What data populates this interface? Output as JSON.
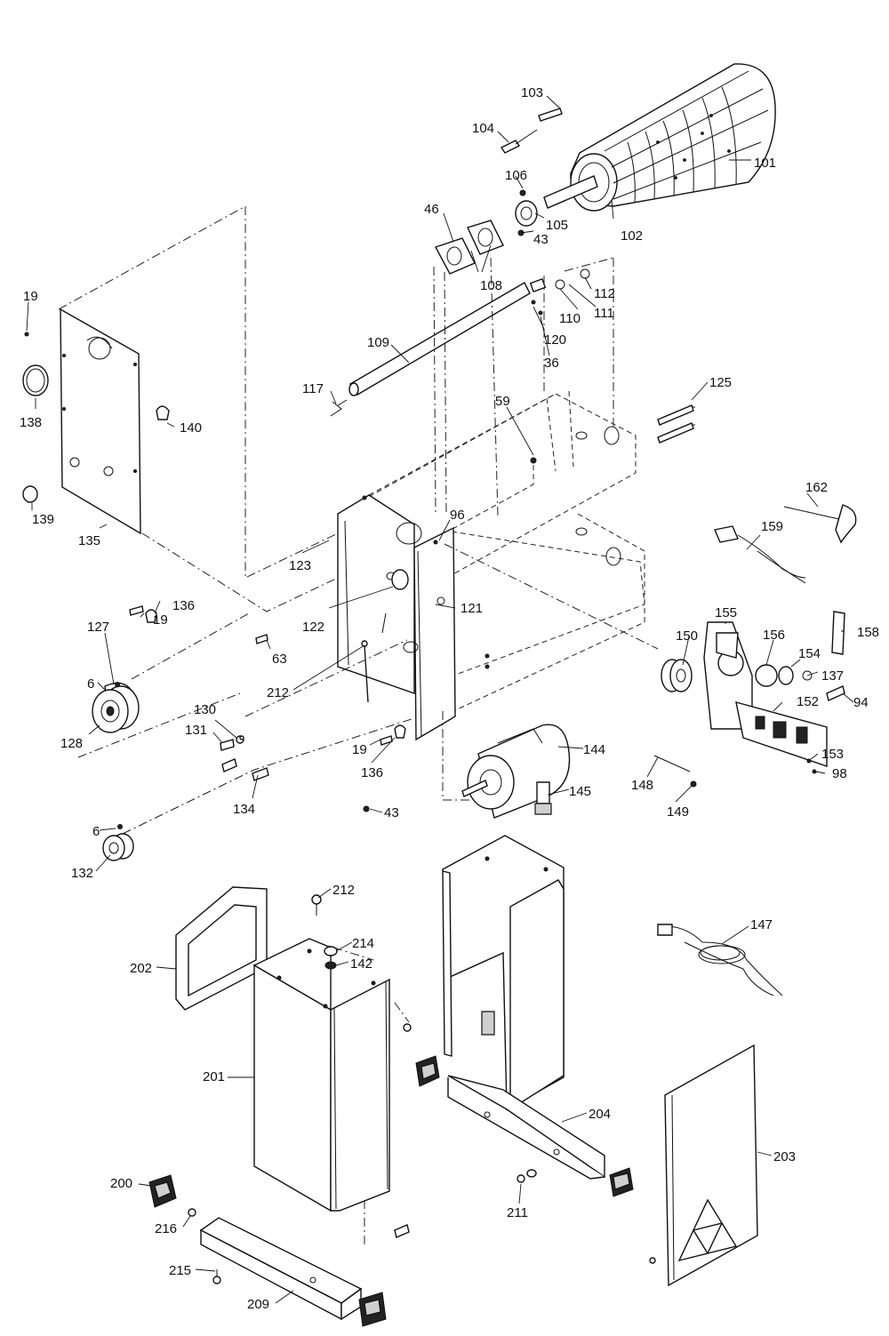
{
  "diagram": {
    "labels": {
      "p101": "101",
      "p102": "102",
      "p103": "103",
      "p104": "104",
      "p105": "105",
      "p106": "106",
      "p43a": "43",
      "p46": "46",
      "p108": "108",
      "p112": "112",
      "p110": "110",
      "p111": "111",
      "p120": "120",
      "p36": "36",
      "p109": "109",
      "p117": "117",
      "p19a": "19",
      "p138": "138",
      "p140": "140",
      "p139": "139",
      "p135": "135",
      "p59": "59",
      "p125": "125",
      "p162": "162",
      "p159": "159",
      "p96": "96",
      "p123": "123",
      "p122": "122",
      "p121": "121",
      "p136a": "136",
      "p19b": "19",
      "p127": "127",
      "p63": "63",
      "p6a": "6",
      "p128": "128",
      "p212a": "212",
      "p155": "155",
      "p150": "150",
      "p156": "156",
      "p154": "154",
      "p137": "137",
      "p158": "158",
      "p152": "152",
      "p94": "94",
      "p130": "130",
      "p131": "131",
      "p19c": "19",
      "p136b": "136",
      "p144": "144",
      "p153": "153",
      "p98": "98",
      "p134": "134",
      "p145": "145",
      "p148": "148",
      "p149": "149",
      "p43b": "43",
      "p6b": "6",
      "p132": "132",
      "p212b": "212",
      "p214": "214",
      "p142": "142",
      "p202": "202",
      "p147": "147",
      "p201": "201",
      "p204": "204",
      "p203": "203",
      "p200": "200",
      "p211": "211",
      "p216": "216",
      "p215": "215",
      "p209": "209"
    }
  }
}
